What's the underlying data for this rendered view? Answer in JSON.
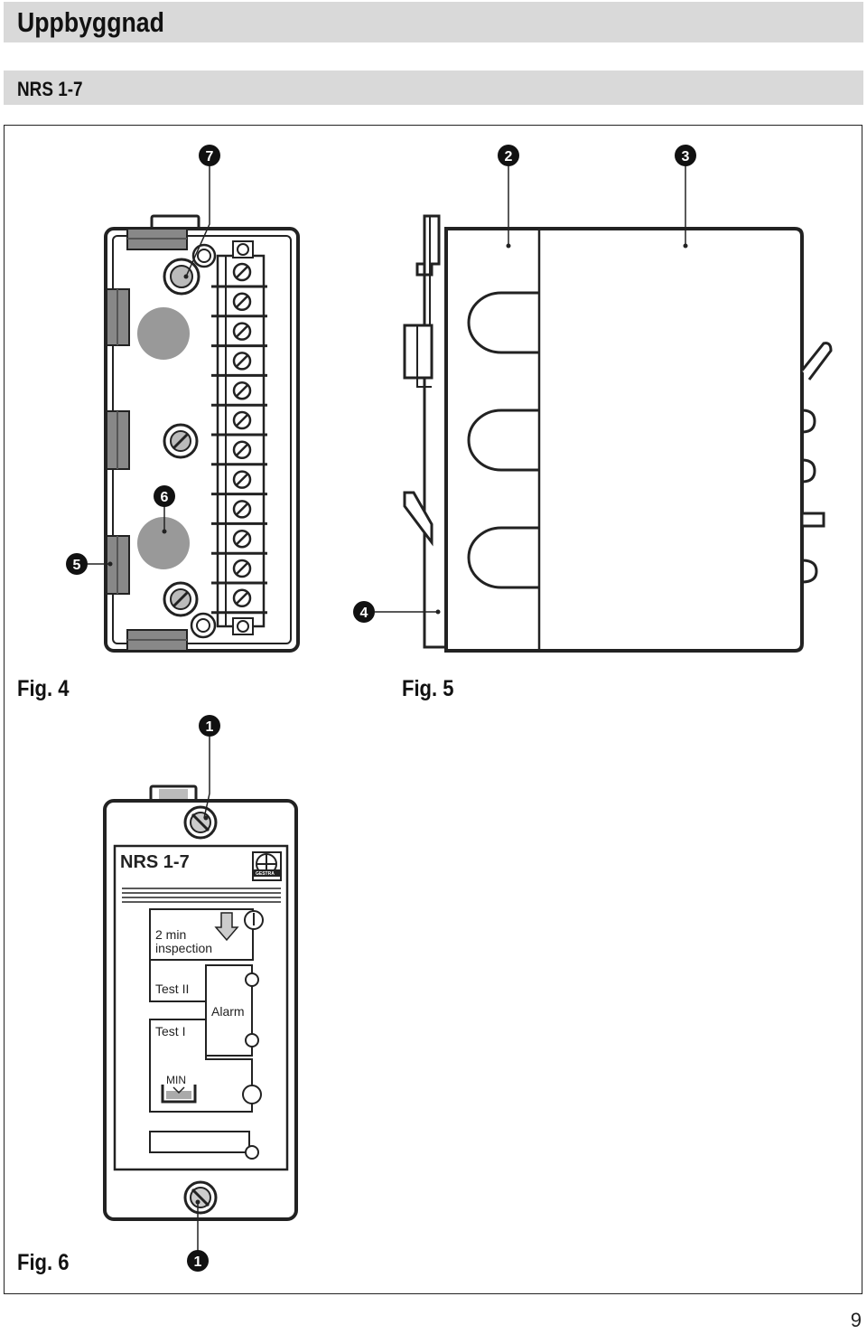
{
  "header": {
    "title": "Uppbyggnad",
    "subtitle": "NRS 1-7"
  },
  "figures": {
    "fig4": {
      "label": "Fig. 4",
      "markers": [
        "7",
        "6",
        "5"
      ]
    },
    "fig5": {
      "label": "Fig. 5",
      "markers": [
        "2",
        "3",
        "4"
      ]
    },
    "fig6": {
      "label": "Fig. 6",
      "markers": [
        "1",
        "1"
      ],
      "plate": {
        "model": "NRS 1-7",
        "logo_text": "GESTRA",
        "inspection_line1": "2 min",
        "inspection_line2": "inspection",
        "test2": "Test II",
        "test1": "Test I",
        "alarm": "Alarm",
        "min": "MIN"
      }
    }
  },
  "footer": {
    "page_number": "9"
  }
}
